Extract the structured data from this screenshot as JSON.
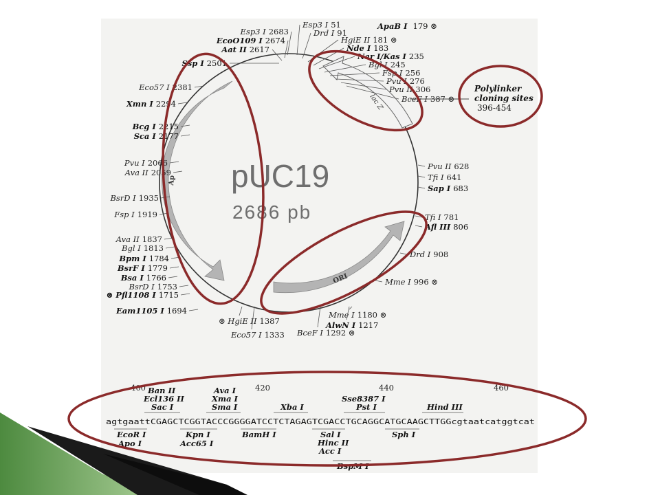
{
  "slide": {
    "title": "pUC19",
    "subtitle": "2686 pb"
  },
  "plasmid": {
    "genes": {
      "ap": "Ap",
      "ori": "ORI",
      "lacz": "lac Z"
    },
    "polylinker": {
      "line1": "Polylinker",
      "line2": "cloning sites",
      "range": "396-454"
    },
    "sites_top_left": [
      {
        "name": "Esp3 I",
        "pos": "2683",
        "bold": false
      },
      {
        "name": "EcoO109 I",
        "pos": "2674",
        "bold": true
      },
      {
        "name": "Aat II",
        "pos": "2617",
        "bold": true
      },
      {
        "name": "Ssp I",
        "pos": "2501",
        "bold": true
      }
    ],
    "sites_top_right": [
      {
        "name": "Esp3 I",
        "pos": "51",
        "bold": false
      },
      {
        "name": "Drd I",
        "pos": "91",
        "bold": false
      },
      {
        "name": "HgiE II",
        "pos": "181 ⊗",
        "bold": false
      },
      {
        "name": "Nde I",
        "pos": "183",
        "bold": true
      },
      {
        "name": "Nar I/Kas I",
        "pos": "235",
        "bold": true
      },
      {
        "name": "Bgl I",
        "pos": "245",
        "bold": false
      },
      {
        "name": "Fsp I",
        "pos": "256",
        "bold": false
      },
      {
        "name": "Pvu I",
        "pos": "276",
        "bold": false
      },
      {
        "name": "Pvu II",
        "pos": "306",
        "bold": false
      },
      {
        "name": "BceF I",
        "pos": "387 ⊗",
        "bold": false
      }
    ],
    "site_apab": {
      "name": "ApaB I",
      "pos": "179 ⊗"
    },
    "sites_left": [
      {
        "name": "Eco57 I",
        "pos": "2381",
        "bold": false
      },
      {
        "name": "Xmn I",
        "pos": "2294",
        "bold": true
      },
      {
        "name": "Bcg I",
        "pos": "2215",
        "bold": true
      },
      {
        "name": "Sca I",
        "pos": "2177",
        "bold": true
      },
      {
        "name": "Pvu I",
        "pos": "2066",
        "bold": false
      },
      {
        "name": "Ava II",
        "pos": "2059",
        "bold": false
      },
      {
        "name": "BsrD I",
        "pos": "1935",
        "bold": false
      },
      {
        "name": "Fsp I",
        "pos": "1919",
        "bold": false
      },
      {
        "name": "Ava II",
        "pos": "1837",
        "bold": false
      },
      {
        "name": "Bgl I",
        "pos": "1813",
        "bold": false
      },
      {
        "name": "Bpm I",
        "pos": "1784",
        "bold": true
      },
      {
        "name": "BsrF I",
        "pos": "1779",
        "bold": true
      },
      {
        "name": "Bsa I",
        "pos": "1766",
        "bold": true
      },
      {
        "name": "BsrD I",
        "pos": "1753",
        "bold": false
      },
      {
        "name": "⊗ Pfl1108 I",
        "pos": "1715",
        "bold": true
      },
      {
        "name": "Eam1105 I",
        "pos": "1694",
        "bold": true
      }
    ],
    "sites_right": [
      {
        "name": "Pvu II",
        "pos": "628",
        "bold": false
      },
      {
        "name": "Tfi I",
        "pos": "641",
        "bold": false
      },
      {
        "name": "Sap I",
        "pos": "683",
        "bold": true
      },
      {
        "name": "Tfi I",
        "pos": "781",
        "bold": false
      },
      {
        "name": "Afl III",
        "pos": "806",
        "bold": true
      },
      {
        "name": "Drd I",
        "pos": "908",
        "bold": false
      },
      {
        "name": "Mme I",
        "pos": "996 ⊗",
        "bold": false
      }
    ],
    "sites_bottom": [
      {
        "name": "⊗ HgiE II",
        "pos": "1387",
        "bold": false
      },
      {
        "name": "Eco57 I",
        "pos": "1333",
        "bold": false
      },
      {
        "name": "Mme I",
        "pos": "1180 ⊗",
        "bold": false
      },
      {
        "name": "AlwN I",
        "pos": "1217",
        "bold": true
      },
      {
        "name": "BceF I",
        "pos": "1292 ⊗",
        "bold": false
      }
    ]
  },
  "polylinker_seq": {
    "positions": [
      "400",
      "420",
      "440",
      "460"
    ],
    "sequence": "agtgaattCGAGCTCGGTACCCGGGGATCCTCTAGAGTCGACCTGCAGGCATGCAAGCTTGGcgtaatcatggtcat",
    "above": [
      {
        "label": "Ban II"
      },
      {
        "label": "Ecl136 II"
      },
      {
        "label": "Sac I"
      },
      {
        "label": "Ava I"
      },
      {
        "label": "Xma I"
      },
      {
        "label": "Sma I"
      },
      {
        "label": "Xba I"
      },
      {
        "label": "Sse8387 I"
      },
      {
        "label": "Pst I"
      },
      {
        "label": "Hind III"
      }
    ],
    "below": [
      {
        "label": "EcoR I"
      },
      {
        "label": "Apo I"
      },
      {
        "label": "Kpn I"
      },
      {
        "label": "Acc65 I"
      },
      {
        "label": "BamH I"
      },
      {
        "label": "Sal I"
      },
      {
        "label": "Hinc II"
      },
      {
        "label": "Acc I"
      },
      {
        "label": "Sph I"
      },
      {
        "label": "BspM I"
      }
    ]
  },
  "colors": {
    "highlight": "#8b2a2a",
    "title": "#6e6e6e",
    "arrow_fill": "#b4b4b4",
    "footer_green": "#3f7a35"
  }
}
